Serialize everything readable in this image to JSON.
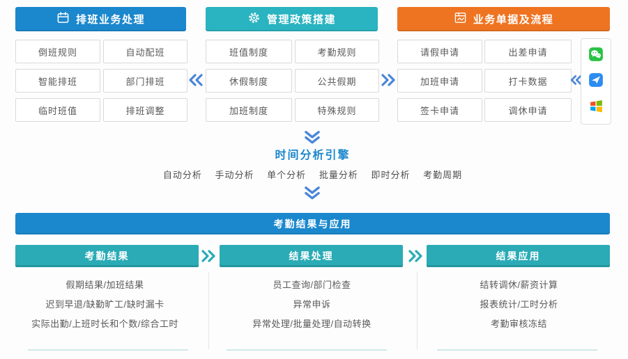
{
  "colors": {
    "primary_blue": "#1b87cd",
    "teal": "#2ab3c0",
    "orange": "#ee7421",
    "subheader_teal": "#2aabb5",
    "flow_chevron_blue": "#4a86d8",
    "box_border": "#d9d9d9",
    "text_gray": "#595959"
  },
  "top_groups": [
    {
      "title": "排班业务处理",
      "icon": "calendar-icon",
      "items": [
        [
          "倒班规则",
          "自动配班"
        ],
        [
          "智能排班",
          "部门排班"
        ],
        [
          "临时班值",
          "排班调整"
        ]
      ]
    },
    {
      "title": "管理政策搭建",
      "icon": "gear-icon",
      "items": [
        [
          "班值制度",
          "考勤规则"
        ],
        [
          "休假制度",
          "公共假期"
        ],
        [
          "加班制度",
          "特殊规则"
        ]
      ]
    },
    {
      "title": "业务单据及流程",
      "icon": "form-flow-icon",
      "items": [
        [
          "请假申请",
          "出差申请"
        ],
        [
          "加班申请",
          "打卡数据"
        ],
        [
          "签卡申请",
          "调休申请"
        ]
      ]
    }
  ],
  "channel_panel": {
    "icons": [
      "wechat-icon",
      "paper-plane-app-icon",
      "windows-icon"
    ]
  },
  "engine": {
    "title": "时间分析引擎",
    "modes": [
      "自动分析",
      "手动分析",
      "单个分析",
      "批量分析",
      "即时分析",
      "考勤周期"
    ]
  },
  "results": {
    "banner": "考勤结果与应用",
    "columns": [
      {
        "title": "考勤结果",
        "lines": [
          "假期结果/加班结果",
          "迟到早退/缺勤旷工/缺时漏卡",
          "实际出勤/上班时长和个数/综合工时"
        ]
      },
      {
        "title": "结果处理",
        "lines": [
          "员工查询/部门检查",
          "异常申诉",
          "异常处理/批量处理/自动转换"
        ]
      },
      {
        "title": "结果应用",
        "lines": [
          "结转调休/薪资计算",
          "报表统计/工时分析",
          "考勤审核冻结"
        ]
      }
    ]
  }
}
